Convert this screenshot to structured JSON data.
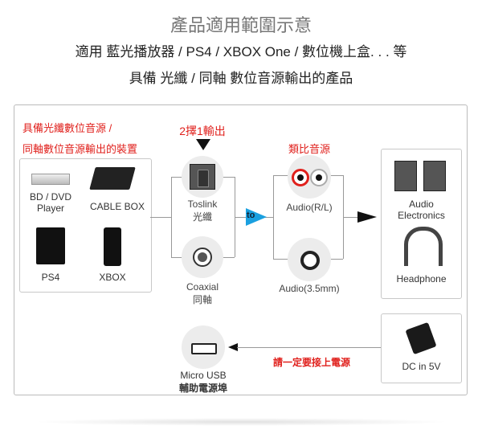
{
  "header": {
    "title": "產品適用範圍示意",
    "line1": "適用 藍光播放器 / PS4 / XBOX One / 數位機上盒. . . 等",
    "line2": "具備 光纖 / 同軸 數位音源輸出的產品"
  },
  "sources": {
    "note1": "具備光纖數位音源 /",
    "note2": "同軸數位音源輸出的裝置",
    "devices": [
      {
        "label1": "BD / DVD",
        "label2": "Player"
      },
      {
        "label1": "CABLE BOX"
      },
      {
        "label1": "PS4"
      },
      {
        "label1": "XBOX"
      }
    ]
  },
  "inputs": {
    "note": "2擇1輸出",
    "toslink": "Toslink",
    "toslink_zh": "光纖",
    "coaxial": "Coaxial",
    "coaxial_zh": "同軸"
  },
  "to_label": "to",
  "outputs": {
    "note": "類比音源",
    "rca": "Audio(R/L)",
    "mini": "Audio(3.5mm)"
  },
  "devices_out": {
    "speakers1": "Audio",
    "speakers2": "Electronics",
    "headphone": "Headphone"
  },
  "power": {
    "usb1": "Micro USB",
    "usb2": "輔助電源埠",
    "warning": "請一定要接上電源",
    "dc": "DC in 5V"
  },
  "colors": {
    "accent_red": "#e0201c",
    "to_blue": "#1aa0e0"
  }
}
